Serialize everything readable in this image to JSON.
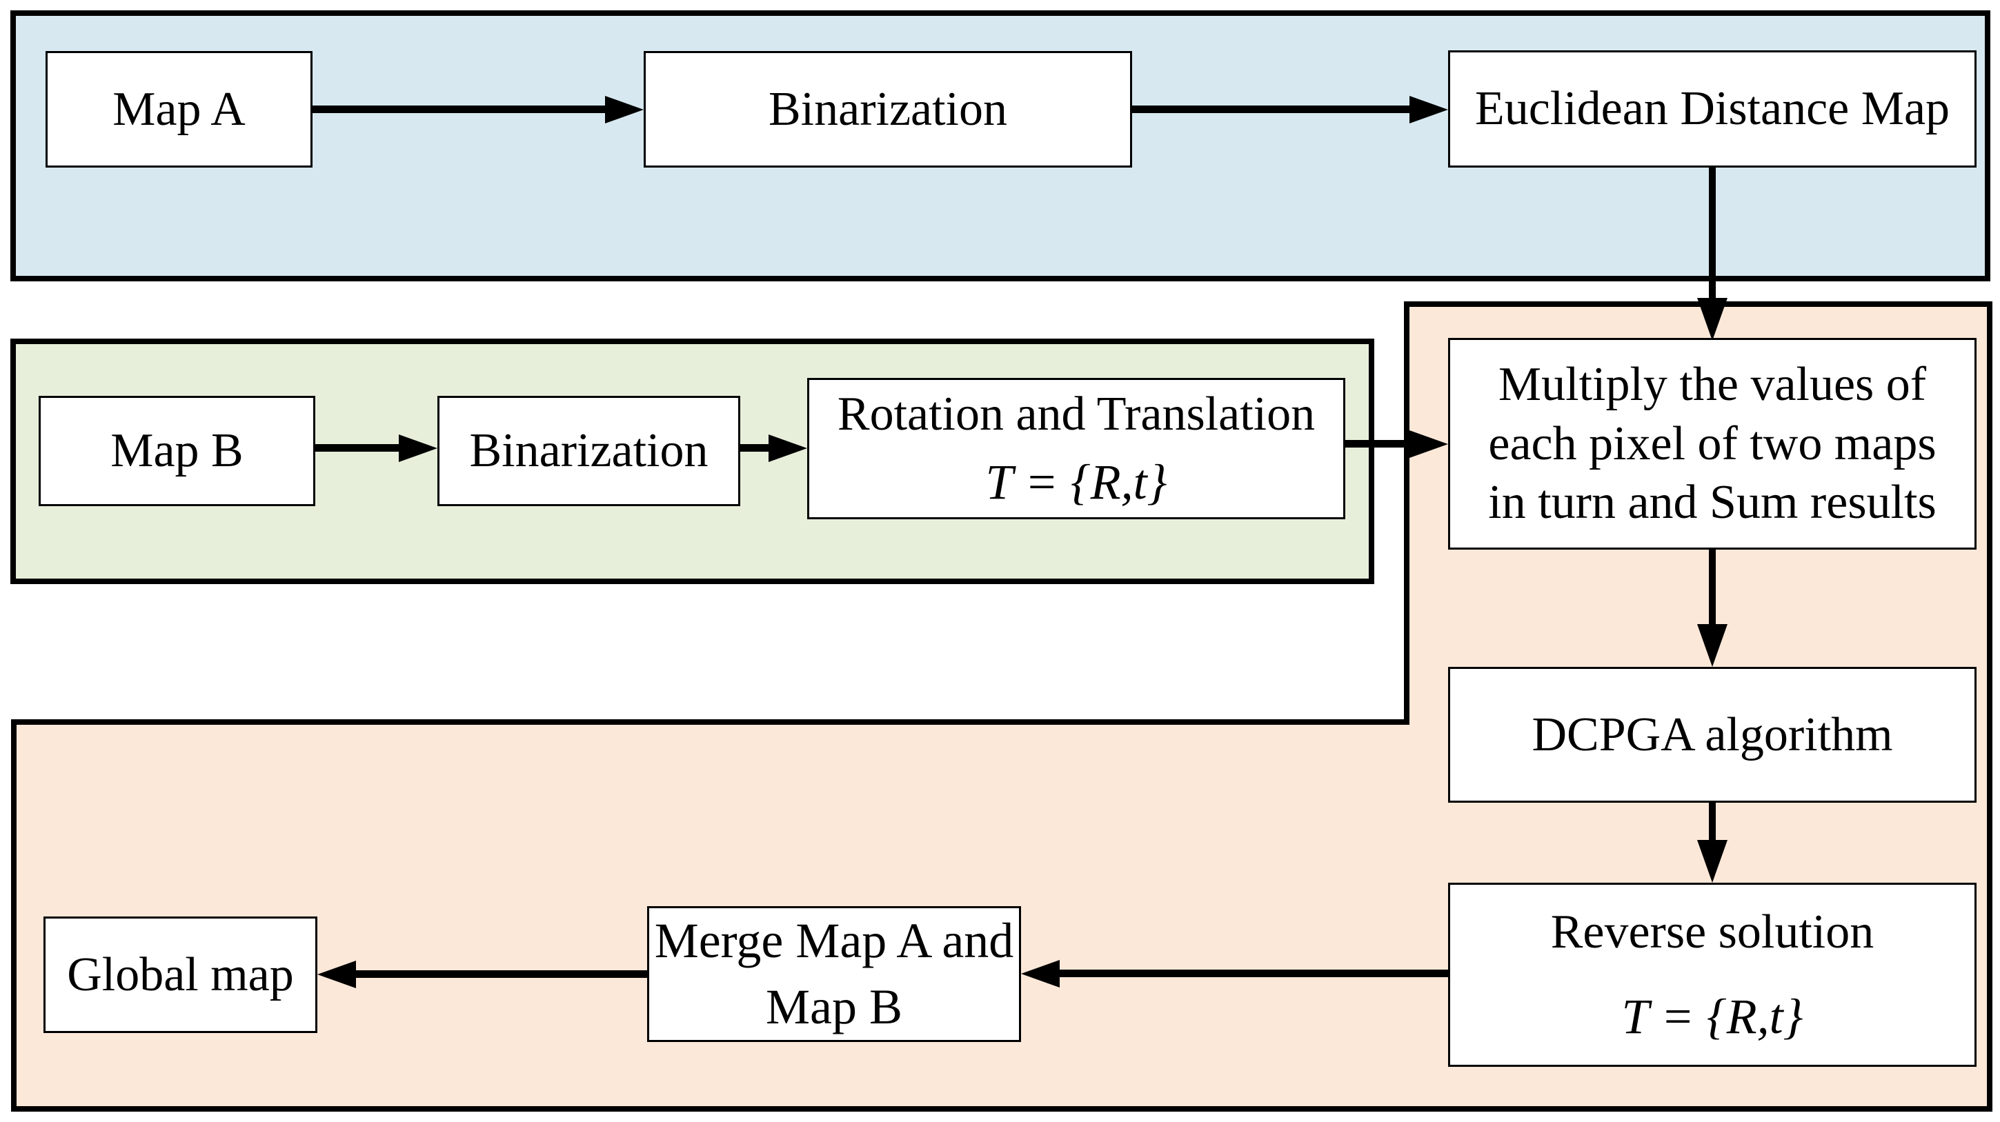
{
  "colors": {
    "panel_blue": "#d7e8f0",
    "panel_green": "#e7efdb",
    "panel_orange": "#fce8d9",
    "box_fill": "#ffffff",
    "line_color": "#000000"
  },
  "boxes": {
    "map_a": {
      "label": "Map A"
    },
    "binarization_a": {
      "label": "Binarization"
    },
    "euclidean_distance_map": {
      "label": "Euclidean Distance Map"
    },
    "map_b": {
      "label": "Map B"
    },
    "binarization_b": {
      "label": "Binarization"
    },
    "rotation_translation": {
      "line1": "Rotation and Translation",
      "formula": "T = {R,t}"
    },
    "multiply_sum": {
      "lines": [
        "Multiply the values of",
        "each pixel of two maps",
        "in turn and Sum results"
      ]
    },
    "dcpga": {
      "label": "DCPGA algorithm"
    },
    "reverse_solution": {
      "line1": "Reverse solution",
      "formula": "T = {R,t}"
    },
    "merge": {
      "lines": [
        "Merge Map A and",
        "Map B"
      ]
    },
    "global_map": {
      "label": "Global map"
    }
  },
  "edges": [
    {
      "from": "map_a",
      "to": "binarization_a"
    },
    {
      "from": "binarization_a",
      "to": "euclidean_distance_map"
    },
    {
      "from": "euclidean_distance_map",
      "to": "multiply_sum"
    },
    {
      "from": "map_b",
      "to": "binarization_b"
    },
    {
      "from": "binarization_b",
      "to": "rotation_translation"
    },
    {
      "from": "rotation_translation",
      "to": "multiply_sum"
    },
    {
      "from": "multiply_sum",
      "to": "dcpga"
    },
    {
      "from": "dcpga",
      "to": "reverse_solution"
    },
    {
      "from": "reverse_solution",
      "to": "merge"
    },
    {
      "from": "merge",
      "to": "global_map"
    }
  ]
}
